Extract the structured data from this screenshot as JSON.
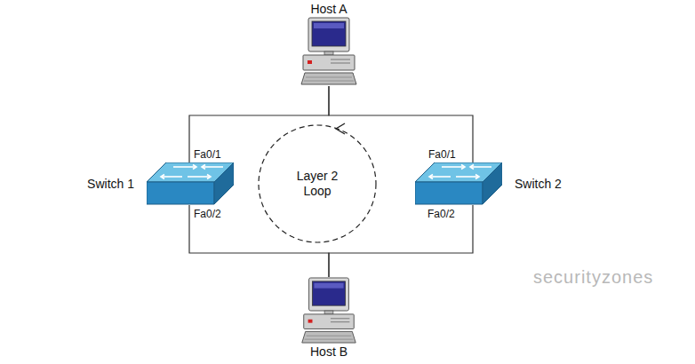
{
  "diagram": {
    "nodes": [
      {
        "text": [
          "Host A"
        ]
      },
      {
        "text": [
          "Switch 1"
        ]
      },
      {
        "text": [
          "Switch 2"
        ]
      },
      {
        "text": [
          "Host B"
        ]
      }
    ],
    "edges": [
      {
        "from": 0,
        "to": 1,
        "arrow": "none"
      },
      {
        "from": 0,
        "to": 2,
        "arrow": "none"
      },
      {
        "from": 3,
        "to": 1,
        "arrow": "none"
      },
      {
        "from": 3,
        "to": 2,
        "arrow": "none"
      }
    ],
    "labels": [
      "Fa0/1",
      "Fa0/2",
      "Fa0/1",
      "Fa0/2",
      "Layer 2 Loop",
      "securityzones"
    ]
  }
}
